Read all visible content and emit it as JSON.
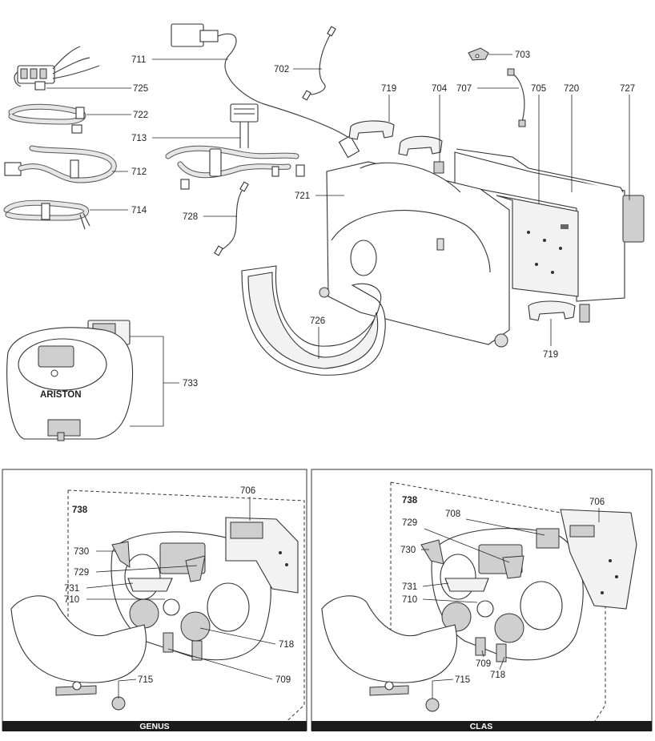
{
  "top_labels": {
    "l711": "711",
    "l702": "702",
    "l703": "703",
    "l725": "725",
    "l722": "722",
    "l719a": "719",
    "l704": "704",
    "l707": "707",
    "l705": "705",
    "l720": "720",
    "l727": "727",
    "l713": "713",
    "l712": "712",
    "l721": "721",
    "l714": "714",
    "l728": "728",
    "l726": "726",
    "l719b": "719",
    "l733": "733"
  },
  "genus_panel": {
    "caption": "GENUS",
    "labels": {
      "l738": "738",
      "l706": "706",
      "l730": "730",
      "l729": "729",
      "l731": "731",
      "l710": "710",
      "l718": "718",
      "l709": "709",
      "l715": "715"
    }
  },
  "clas_panel": {
    "caption": "CLAS",
    "labels": {
      "l738": "738",
      "l706": "706",
      "l708": "708",
      "l729": "729",
      "l730": "730",
      "l731": "731",
      "l710": "710",
      "l709": "709",
      "l718": "718",
      "l715": "715"
    }
  },
  "brand_text": "ARISTON"
}
